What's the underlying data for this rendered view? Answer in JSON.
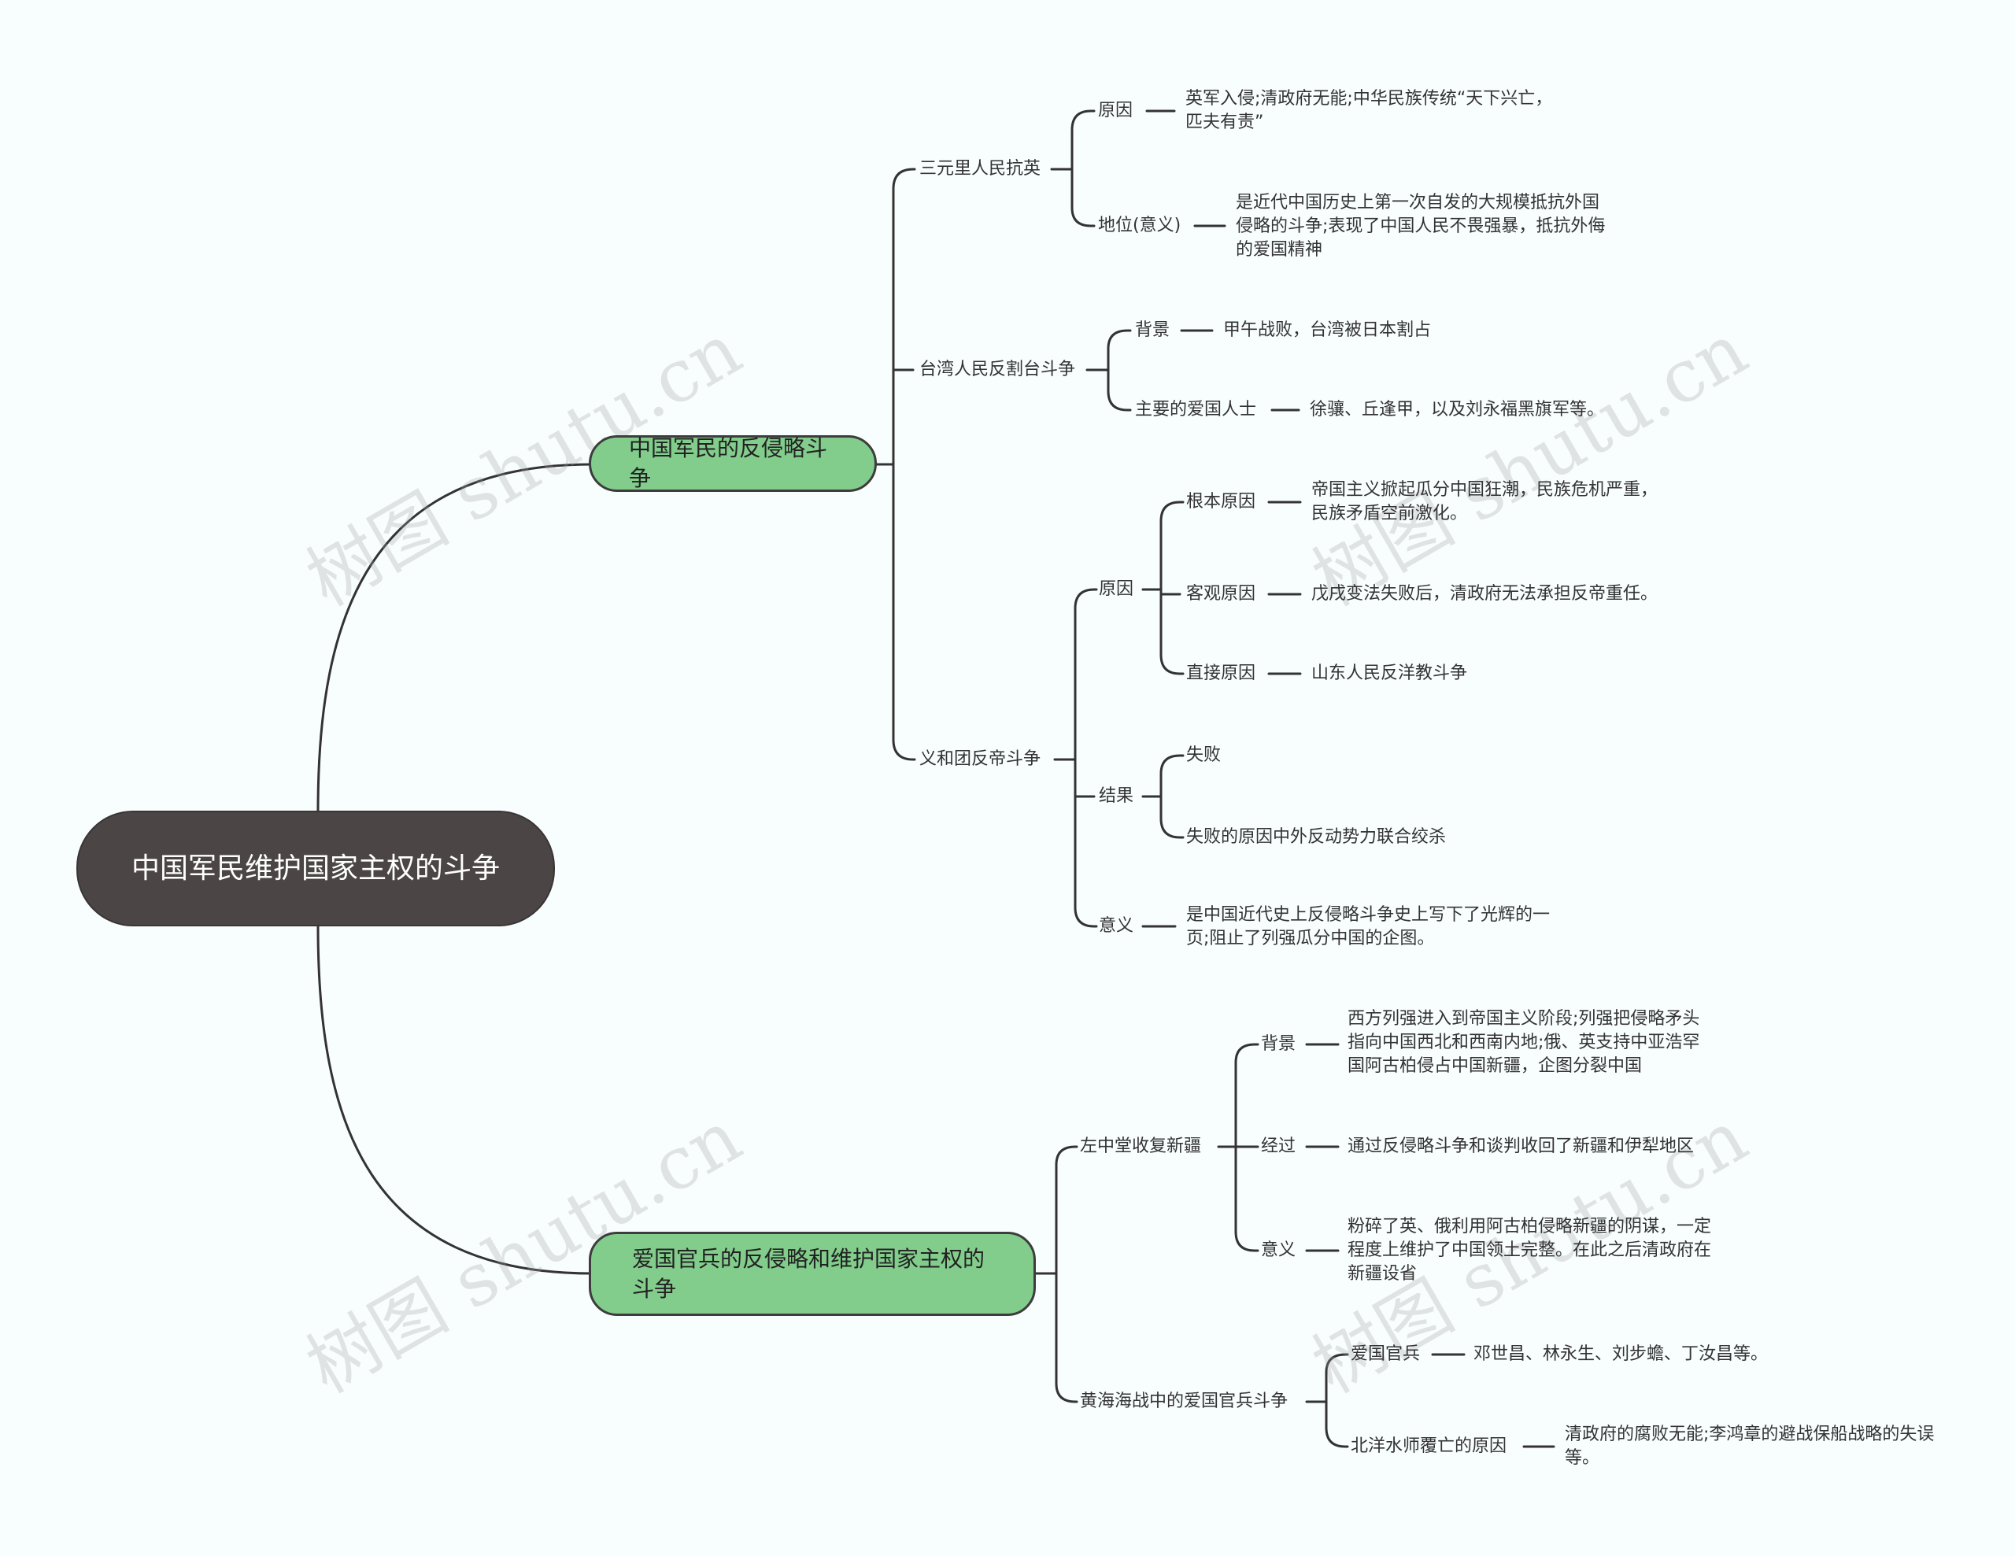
{
  "root": {
    "title": "中国军民维护国家主权的斗争"
  },
  "branch1": {
    "title": "中国军民的反侵略斗争",
    "sanyuanli": {
      "title": "三元里人民抗英",
      "cause_label": "原因",
      "cause_text": "英军入侵;清政府无能;中华民族传统“天下兴亡，匹夫有责”",
      "status_label": "地位(意义)",
      "status_text": "是近代中国历史上第一次自发的大规模抵抗外国侵略的斗争;表现了中国人民不畏强暴，抵抗外侮的爱国精神"
    },
    "taiwan": {
      "title": "台湾人民反割台斗争",
      "bg_label": "背景",
      "bg_text": "甲午战败，台湾被日本割占",
      "people_label": "主要的爱国人士",
      "people_text": "徐骧、丘逢甲，以及刘永福黑旗军等。"
    },
    "yihetuan": {
      "title": "义和团反帝斗争",
      "cause_label": "原因",
      "root_cause_label": "根本原因",
      "root_cause_text": "帝国主义掀起瓜分中国狂潮，民族危机严重，民族矛盾空前激化。",
      "obj_cause_label": "客观原因",
      "obj_cause_text": "戊戌变法失败后，清政府无法承担反帝重任。",
      "direct_cause_label": "直接原因",
      "direct_cause_text": "山东人民反洋教斗争",
      "result_label": "结果",
      "result_1": "失败",
      "result_2": "失败的原因中外反动势力联合绞杀",
      "meaning_label": "意义",
      "meaning_text": "是中国近代史上反侵略斗争史上写下了光辉的一页;阻止了列强瓜分中国的企图。"
    }
  },
  "branch2": {
    "title": "爱国官兵的反侵略和维护国家主权的斗争",
    "xinjiang": {
      "title": "左中堂收复新疆",
      "bg_label": "背景",
      "bg_text": "西方列强进入到帝国主义阶段;列强把侵略矛头指向中国西北和西南内地;俄、英支持中亚浩罕国阿古柏侵占中国新疆，企图分裂中国",
      "process_label": "经过",
      "process_text": "通过反侵略斗争和谈判收回了新疆和伊犁地区",
      "meaning_label": "意义",
      "meaning_text": "粉碎了英、俄利用阿古柏侵略新疆的阴谋，一定程度上维护了中国领土完整。在此之后清政府在新疆设省"
    },
    "huanghai": {
      "title": "黄海海战中的爱国官兵斗争",
      "officers_label": "爱国官兵",
      "officers_text": "邓世昌、林永生、刘步蟾、丁汝昌等。",
      "fall_label": "北洋水师覆亡的原因",
      "fall_text": "清政府的腐败无能;李鸿章的避战保船战略的失误等。"
    }
  },
  "watermark": "树图 shutu.cn"
}
